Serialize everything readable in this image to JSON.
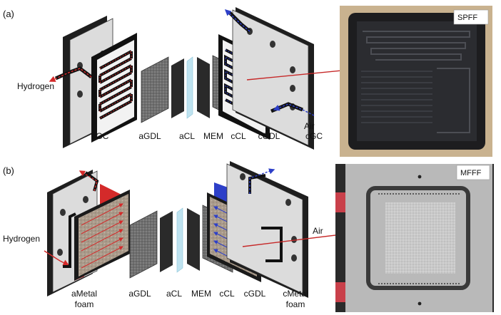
{
  "panel_a": {
    "label": "(a)",
    "inlet_label": "Hydrogen",
    "outlet_label": "Air",
    "layers": [
      "aGC",
      "aGDL",
      "aCL",
      "MEM",
      "cCL",
      "cGDL",
      "cGC"
    ],
    "photo_badge": "SPFF"
  },
  "panel_b": {
    "label": "(b)",
    "inlet_label": "Hydrogen",
    "outlet_label": "Air",
    "layers": [
      "aMetal",
      "aGDL",
      "aCL",
      "MEM",
      "cCL",
      "cGDL",
      "cMetal"
    ],
    "layer_sublabel_left": "foam",
    "layer_sublabel_right": "foam",
    "photo_badge": "MFFF"
  },
  "colors": {
    "anode_red": "#d42a2a",
    "cathode_blue": "#2d3fc8",
    "endplate": "#dcdcdc",
    "membrane": "#bfe3f0"
  }
}
